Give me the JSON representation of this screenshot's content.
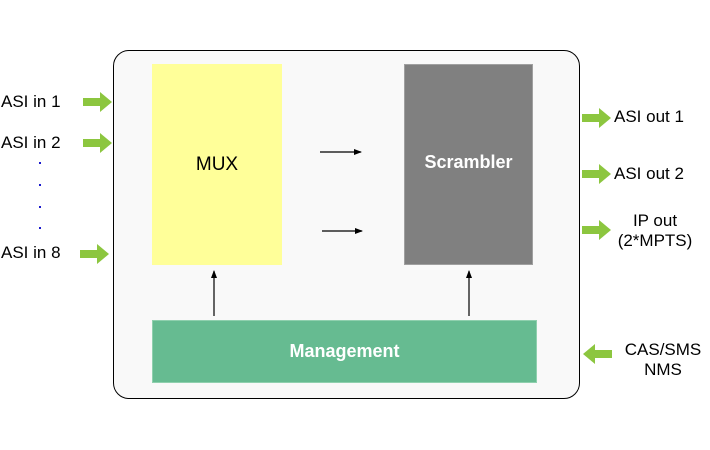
{
  "diagram": {
    "inputs": [
      {
        "label": "ASI in 1"
      },
      {
        "label": "ASI in 2"
      },
      {
        "label": "ASI in 8"
      }
    ],
    "input_ellipsis": "⋮",
    "blocks": {
      "mux": {
        "label": "MUX",
        "color": "#ffff99"
      },
      "scrambler": {
        "label": "Scrambler",
        "color": "#808080"
      },
      "management": {
        "label": "Management",
        "color": "#66bb91"
      }
    },
    "outputs": [
      {
        "label": "ASI out 1"
      },
      {
        "label": "ASI out 2"
      },
      {
        "label_line1": "IP out",
        "label_line2": "(2*MPTS)"
      }
    ],
    "control_input": {
      "label_line1": "CAS/SMS",
      "label_line2": "NMS"
    },
    "arrow_color": "#8cc63f",
    "connections": [
      {
        "from": "MUX",
        "to": "Scrambler"
      },
      {
        "from": "MUX",
        "to": "Scrambler"
      },
      {
        "from": "Management",
        "to": "MUX"
      },
      {
        "from": "Management",
        "to": "Scrambler"
      }
    ]
  }
}
